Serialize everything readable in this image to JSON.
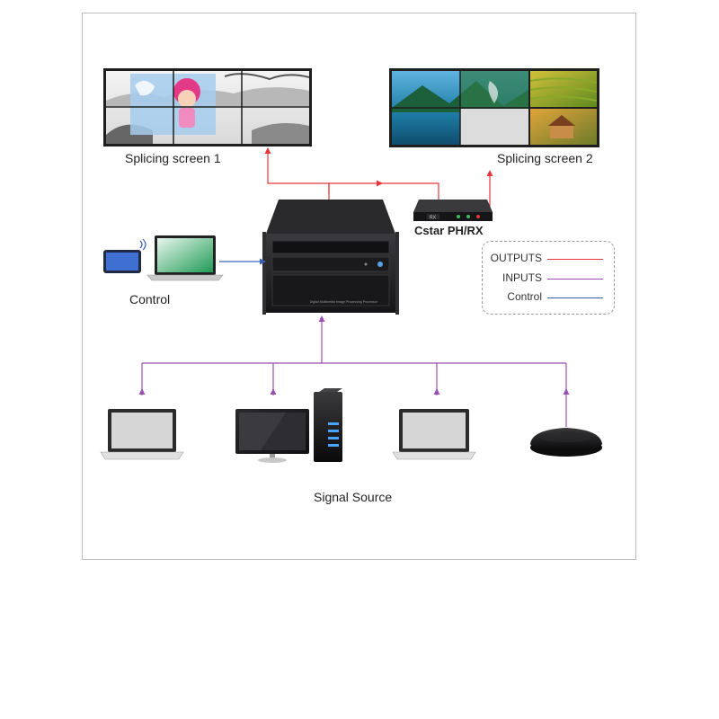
{
  "labels": {
    "splicing_screen_1": "Splicing screen 1",
    "splicing_screen_2": "Splicing screen 2",
    "receiver": "Cstar PH/RX",
    "receiver_badge": "RX",
    "control": "Control",
    "signal_source": "Signal Source",
    "processor_caption": "Digital Multimedia Image Processing Processor"
  },
  "legend": [
    {
      "label": "OUTPUTS",
      "color": "#e8353b"
    },
    {
      "label": "INPUTS",
      "color": "#9b4fb0"
    },
    {
      "label": "Control",
      "color": "#3a63b8"
    }
  ],
  "colors": {
    "outputs": "#e8353b",
    "inputs": "#9b4fb0",
    "control": "#3a63b8",
    "device": "#1f1f22"
  },
  "icons": {
    "video_wall_1": "video-wall-landscape-icon",
    "video_wall_2": "video-wall-photo-icon",
    "processor": "video-processor-chassis-icon",
    "receiver": "hdbaset-receiver-icon",
    "tablet": "tablet-icon",
    "control_laptop": "laptop-icon",
    "sources": [
      "laptop-icon",
      "desktop-pc-icon",
      "laptop-icon",
      "media-player-icon"
    ]
  }
}
